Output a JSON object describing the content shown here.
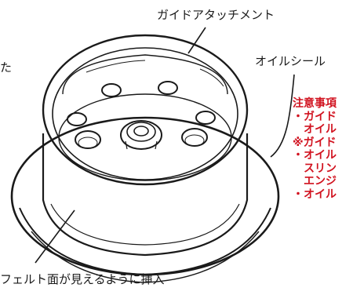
{
  "labels": {
    "guide_attachment": "ガイドアタッチメント",
    "oil_seal": "オイルシール",
    "felt_instruction": "フェルト面が見えるように挿入",
    "left_fragment": "た"
  },
  "notes": {
    "heading": "注意事項",
    "lines": [
      "・ガイド",
      "　オイル",
      "※ガイド",
      "・オイル",
      "　スリン",
      "　エンジ",
      "・オイル"
    ]
  },
  "colors": {
    "line": "#1a1a1a",
    "note": "#d1121f",
    "background": "#ffffff"
  }
}
